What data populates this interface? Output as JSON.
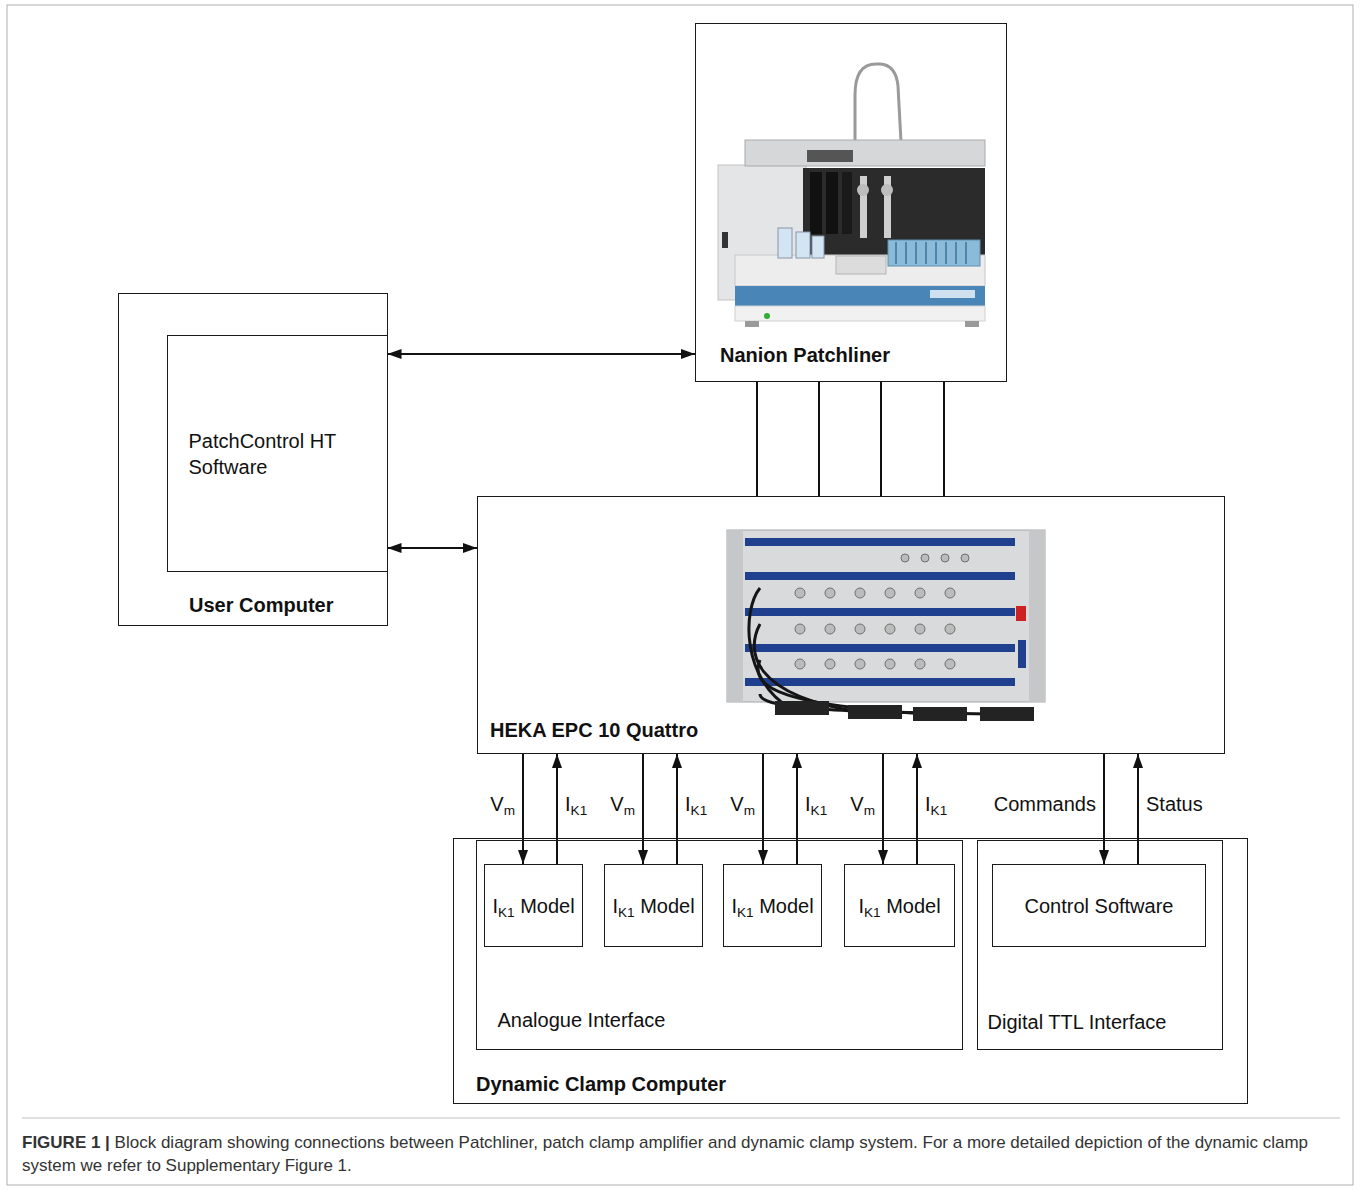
{
  "diagram": {
    "caption": "FIGURE 1 | Block diagram showing connections between Patchliner, patch clamp amplifier and dynamic clamp system. For a more detailed depiction of the dynamic clamp system we refer to Supplementary Figure 1.",
    "nodes": [
      {
        "text": [
          "Nanion Patchliner"
        ]
      },
      {
        "text": [
          "User Computer"
        ]
      },
      {
        "text": [
          "PatchControl HT Software"
        ],
        "in": 1
      },
      {
        "text": [
          "HEKA EPC 10 Quattro"
        ]
      },
      {
        "text": [
          "Dynamic Clamp Computer"
        ]
      },
      {
        "text": [
          "Analogue Interface"
        ],
        "in": 4
      },
      {
        "text": [
          "IK1 Model"
        ],
        "in": 5
      },
      {
        "text": [
          "IK1 Model"
        ],
        "in": 5
      },
      {
        "text": [
          "IK1 Model"
        ],
        "in": 5
      },
      {
        "text": [
          "IK1 Model"
        ],
        "in": 5
      },
      {
        "text": [
          "Digital TTL Interface"
        ],
        "in": 4
      },
      {
        "text": [
          "Control Software"
        ],
        "in": 10
      }
    ],
    "edges": [
      {
        "from": 2,
        "to": 0,
        "arrow": "both"
      },
      {
        "from": 2,
        "to": 3,
        "arrow": "both"
      },
      {
        "from": 0,
        "to": 3,
        "arrow": "none"
      },
      {
        "from": 0,
        "to": 3,
        "arrow": "none"
      },
      {
        "from": 0,
        "to": 3,
        "arrow": "none"
      },
      {
        "from": 0,
        "to": 3,
        "arrow": "none"
      },
      {
        "from": 3,
        "to": 6,
        "label": "Vm",
        "arrow": "to"
      },
      {
        "from": 6,
        "to": 3,
        "label": "IK1",
        "arrow": "to"
      },
      {
        "from": 3,
        "to": 7,
        "label": "Vm",
        "arrow": "to"
      },
      {
        "from": 7,
        "to": 3,
        "label": "IK1",
        "arrow": "to"
      },
      {
        "from": 3,
        "to": 8,
        "label": "Vm",
        "arrow": "to"
      },
      {
        "from": 8,
        "to": 3,
        "label": "IK1",
        "arrow": "to"
      },
      {
        "from": 3,
        "to": 9,
        "label": "Vm",
        "arrow": "to"
      },
      {
        "from": 9,
        "to": 3,
        "label": "IK1",
        "arrow": "to"
      },
      {
        "from": 3,
        "to": 11,
        "label": "Commands",
        "arrow": "to"
      },
      {
        "from": 11,
        "to": 3,
        "label": "Status",
        "arrow": "to"
      }
    ]
  }
}
